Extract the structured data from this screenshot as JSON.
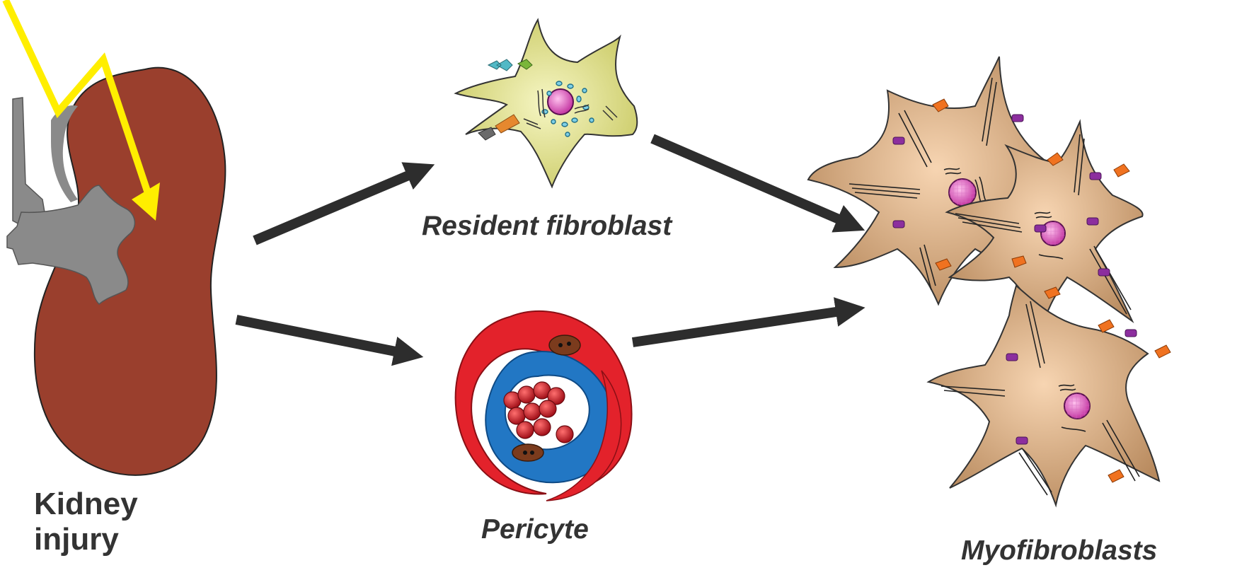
{
  "labels": {
    "kidney_line1": "Kidney",
    "kidney_line2": "injury",
    "resident_fibroblast": "Resident fibroblast",
    "pericyte": "Pericyte",
    "myofibroblasts": "Myofibroblasts"
  },
  "colors": {
    "kidney": "#9a3f2d",
    "ureter": "#8a8a8a",
    "injury_arrow": "#ffee00",
    "fibroblast": "#dede80",
    "myofibroblast": "#dcb187",
    "pericyte": "#e3222b",
    "endothelium": "#2277c4",
    "red_blood_cell": "#d01b26",
    "arrow": "#2d2d2d"
  }
}
